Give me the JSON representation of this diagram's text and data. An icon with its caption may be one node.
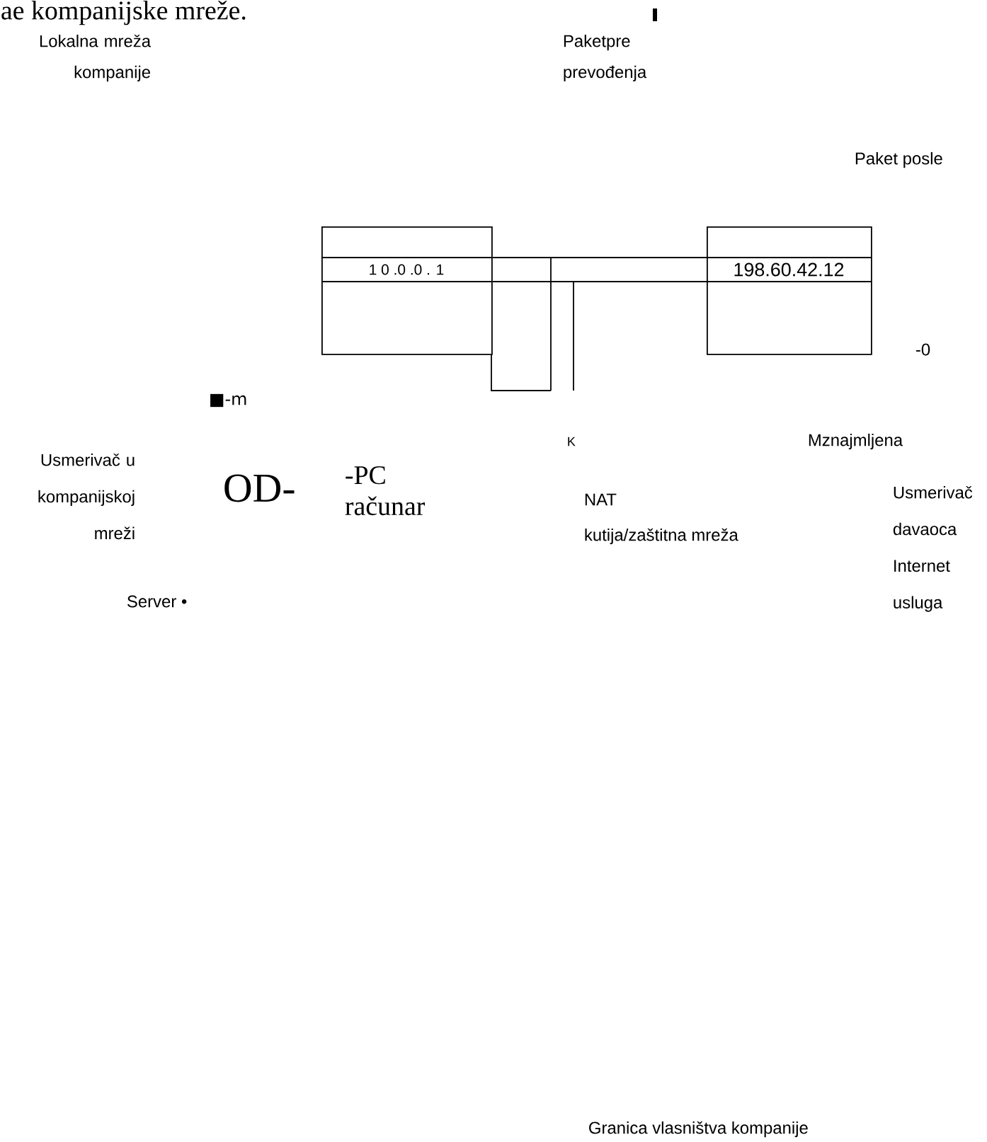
{
  "diagram": {
    "nodes": [
      {
        "text": [
          "1 0 .0 .0 . 1"
        ]
      },
      {
        "text": [
          "198.60.42.12"
        ]
      }
    ],
    "edges": [
      {
        "from": 0,
        "to": 1,
        "arrow": "none"
      },
      {
        "from": 0,
        "to": 1,
        "arrow": "none"
      }
    ],
    "labels": [
      "ae kompanijske mreže.",
      "Lokalna mreža kompanije",
      "Paketpre prevođenja",
      "Paket posle",
      "-0",
      "■-m",
      "OD-",
      "-PC računar",
      "Usmerivač u kompanijskoj mreži",
      "Server •",
      "K",
      "Mznajmljena",
      "NAT",
      "kutija/zaštitna mreža",
      "Usmerivač davaoca Internet usluga",
      "Granica vlasništva kompanije"
    ]
  }
}
